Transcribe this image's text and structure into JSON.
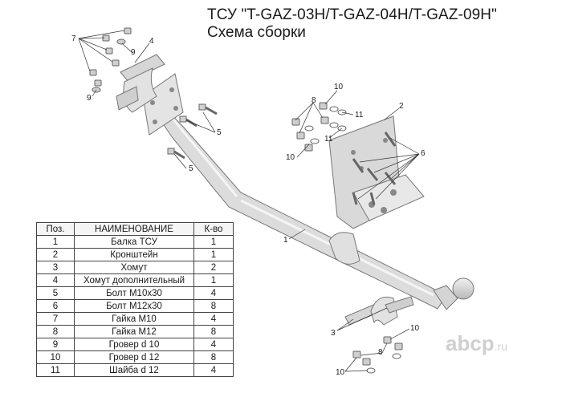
{
  "title": "ТСУ \"T-GAZ-03H/T-GAZ-04H/T-GAZ-09H\"",
  "subtitle": "Схема сборки",
  "table": {
    "headers": [
      "Поз.",
      "НАИМЕНОВАНИЕ",
      "К-во"
    ],
    "rows": [
      [
        "1",
        "Балка ТСУ",
        "1"
      ],
      [
        "2",
        "Кронштейн",
        "1"
      ],
      [
        "3",
        "Хомут",
        "2"
      ],
      [
        "4",
        "Хомут дополнительный",
        "1"
      ],
      [
        "5",
        "Болт М10х30",
        "4"
      ],
      [
        "6",
        "Болт М12х30",
        "8"
      ],
      [
        "7",
        "Гайка  М10",
        "4"
      ],
      [
        "8",
        "Гайка М12",
        "8"
      ],
      [
        "9",
        "Гровер d 10",
        "4"
      ],
      [
        "10",
        "Гровер d 12",
        "8"
      ],
      [
        "11",
        "Шайба d 12",
        "4"
      ]
    ]
  },
  "callouts": {
    "c7": "7",
    "c4": "4",
    "c9a": "9",
    "c9b": "9",
    "c5a": "5",
    "c5b": "5",
    "c10a": "10",
    "c8a": "8",
    "c11a": "11",
    "c11b": "11",
    "c10b": "10",
    "c2": "2",
    "c6": "6",
    "c1": "1",
    "c3": "3",
    "c10c": "10",
    "c8b": "8",
    "c10d": "10"
  },
  "logo": {
    "main": "abcp",
    "domain": ".ru"
  }
}
